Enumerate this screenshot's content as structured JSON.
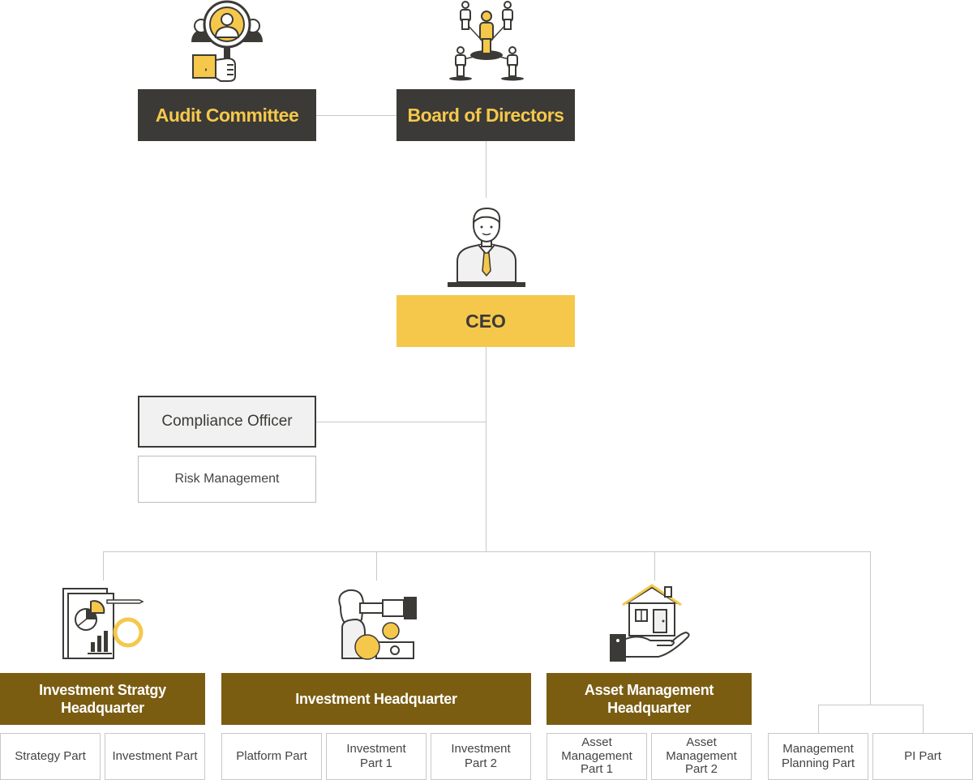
{
  "top": {
    "audit_committee": "Audit Committee",
    "board_of_directors": "Board of Directors"
  },
  "ceo": "CEO",
  "compliance": {
    "officer": "Compliance Officer",
    "risk_management": "Risk Management"
  },
  "headquarters": {
    "investment_strategy": {
      "title": "Investment Stratgy\nHeadquarter",
      "parts": [
        "Strategy Part",
        "Investment Part"
      ]
    },
    "investment": {
      "title": "Investment Headquarter",
      "parts": [
        "Platform Part",
        "Investment\nPart 1",
        "Investment\nPart 2"
      ]
    },
    "asset_management": {
      "title": "Asset Management\nHeadquarter",
      "parts": [
        "Asset\nManagement\nPart 1",
        "Asset\nManagement\nPart 2"
      ]
    },
    "standalone": {
      "parts": [
        "Management\nPlanning Part",
        "PI Part"
      ]
    }
  },
  "colors": {
    "dark": "#3b3a36",
    "gold": "#f5c84c",
    "brown": "#7b5d12",
    "line": "#c8c8c8"
  },
  "icons": {
    "audit": "magnifier-person-icon",
    "board": "network-people-icon",
    "ceo": "businessman-icon",
    "strategy": "chart-report-icon",
    "investment": "telescope-person-icon",
    "asset": "house-hand-icon"
  }
}
